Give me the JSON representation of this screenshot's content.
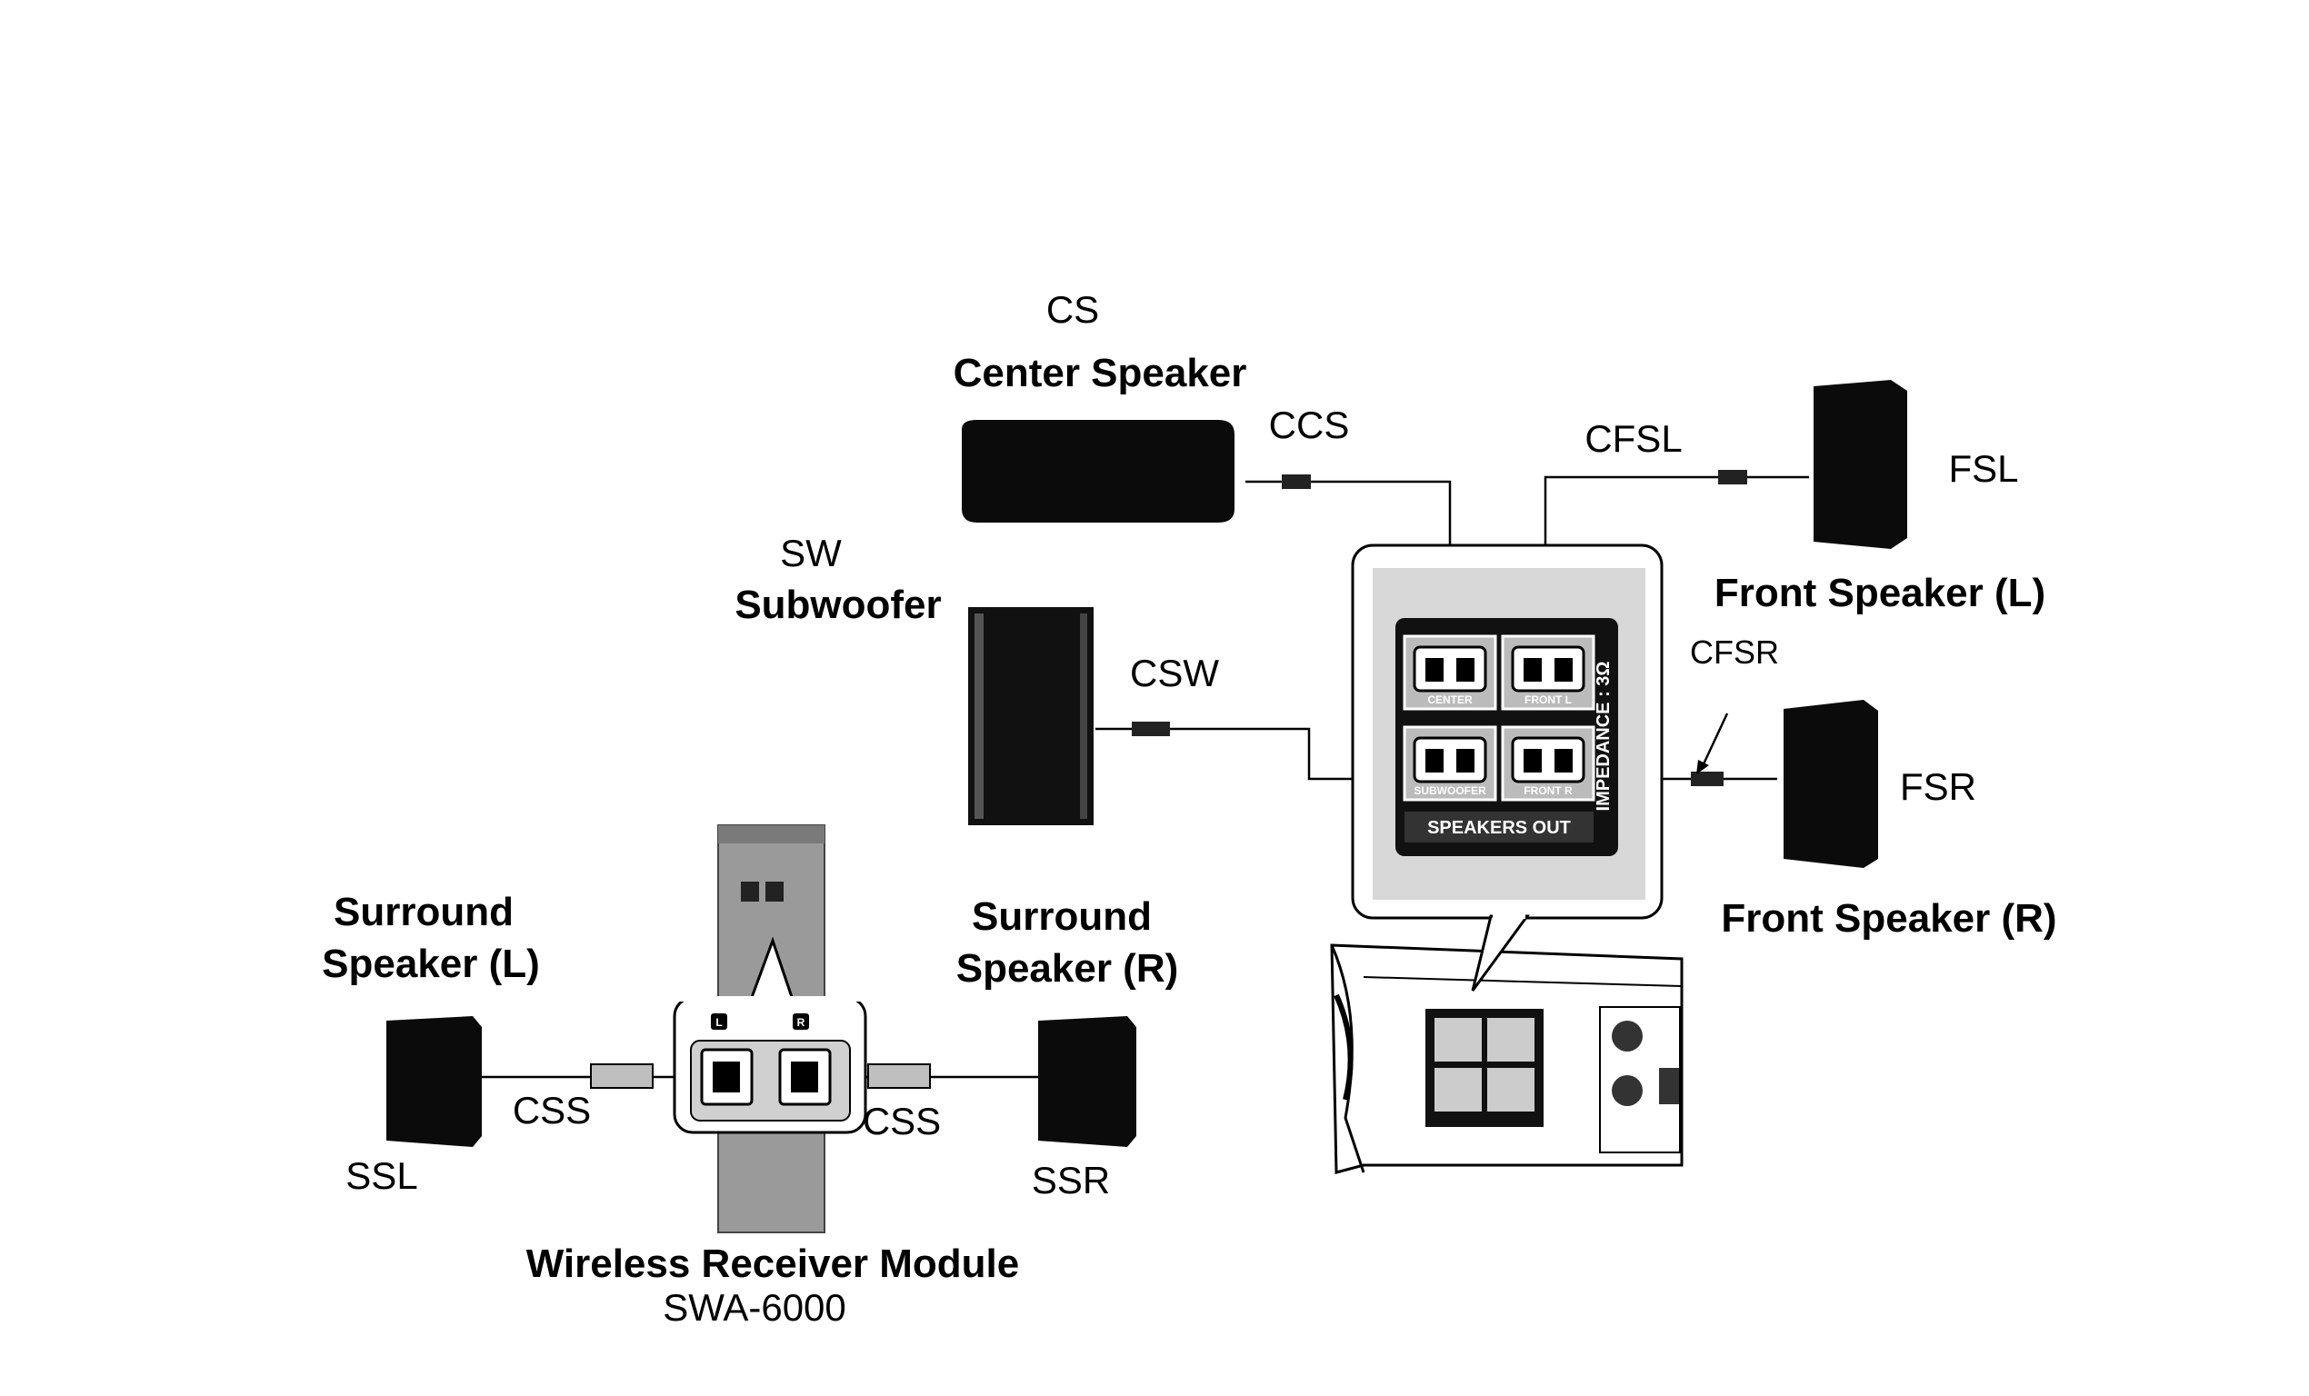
{
  "labels": {
    "cs": "CS",
    "center_speaker": "Center Speaker",
    "ccs": "CCS",
    "cfsl": "CFSL",
    "fsl": "FSL",
    "front_speaker_l": "Front Speaker (L)",
    "sw": "SW",
    "subwoofer": "Subwoofer",
    "csw": "CSW",
    "cfsr": "CFSR",
    "fsr": "FSR",
    "front_speaker_r": "Front Speaker (R)",
    "surround_l_line1": "Surround",
    "surround_l_line2": "Speaker (L)",
    "surround_r_line1": "Surround",
    "surround_r_line2": "Speaker (R)",
    "css_left": "CSS",
    "css_right": "CSS",
    "ssl": "SSL",
    "ssr": "SSR",
    "wireless_module": "Wireless Receiver Module",
    "model": "SWA-6000"
  },
  "panel": {
    "terminal_center": "CENTER",
    "terminal_front_l": "FRONT L",
    "terminal_subwoofer": "SUBWOOFER",
    "terminal_front_r": "FRONT R",
    "impedance": "IMPEDANCE : 3Ω",
    "speakers_out": "SPEAKERS OUT"
  },
  "module": {
    "port_l": "L",
    "port_r": "R"
  },
  "colors": {
    "speaker_body": "#0b0b0b",
    "panel_gray": "#d8d8d8",
    "module_gray": "#9a9a9a"
  }
}
